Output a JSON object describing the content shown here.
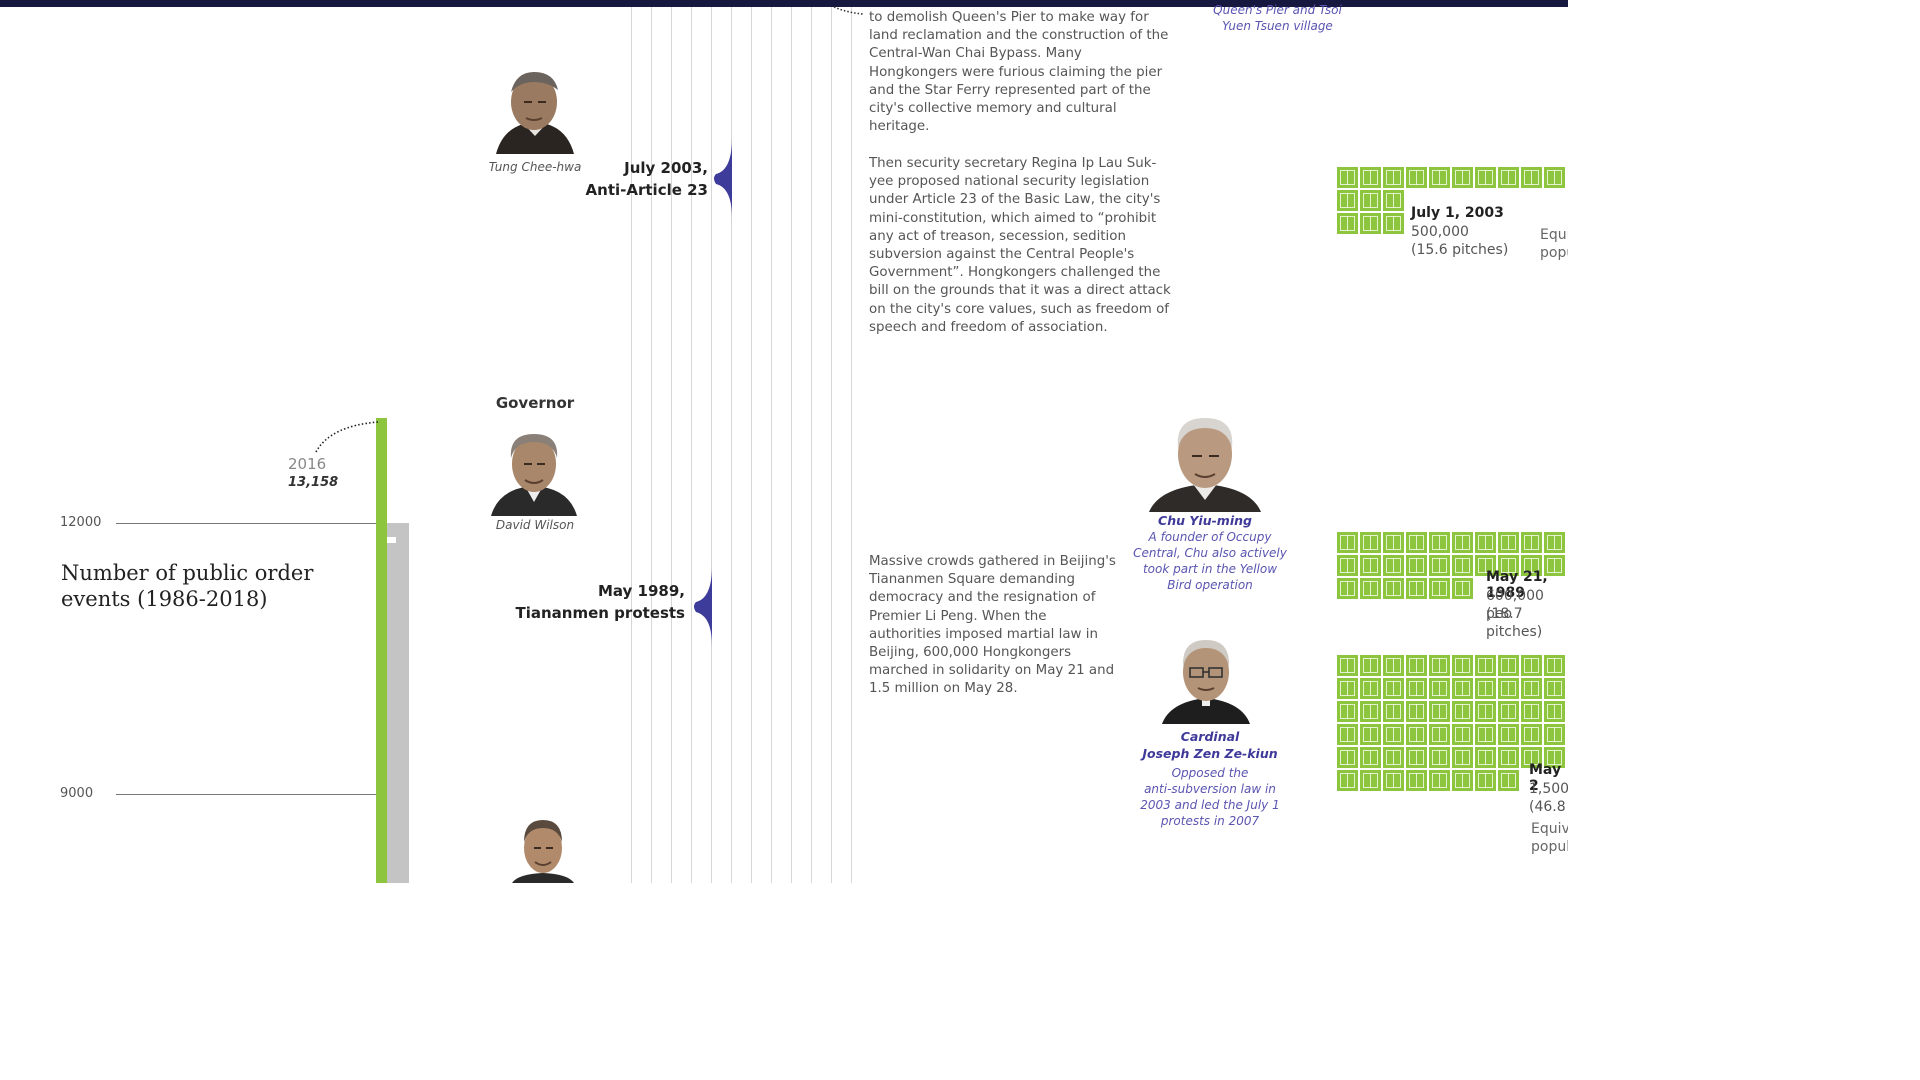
{
  "chart_data": {
    "type": "bar",
    "title": "Number of public order events (1986-2018)",
    "ylabel": "",
    "xlabel": "",
    "y_ticks": [
      "12000",
      "9000"
    ],
    "ylim": [
      7900,
      13158
    ],
    "highlight": {
      "year": "2016",
      "value": 13158,
      "value_label": "13,158",
      "color": "#8dc53e"
    },
    "series": [
      {
        "values": [
          13158,
          12000
        ],
        "colors": [
          "#8dc53e",
          "#c4c4c4"
        ]
      }
    ]
  },
  "people": {
    "tung": {
      "caption": "Tung Chee-hwa"
    },
    "governor": {
      "role": "Governor"
    },
    "wilson": {
      "caption": "David Wilson"
    },
    "chu": {
      "name": "Chu Yiu-ming",
      "desc": [
        "A founder of Occupy",
        "Central, Chu also actively",
        "took part in the Yellow",
        "Bird operation"
      ]
    },
    "zen": {
      "name": [
        "Cardinal",
        "Joseph Zen Ze-kiun"
      ],
      "desc": [
        "Opposed the",
        "anti-subversion law in",
        "2003 and led the July 1",
        "protests in 2007"
      ]
    },
    "top_caption": [
      "Queen's Pier and Tsoi",
      "Yuen Tsuen village"
    ]
  },
  "events": {
    "art23": {
      "lines": [
        "July 2003,",
        "Anti-Article 23"
      ]
    },
    "tiananmen": {
      "lines": [
        "May 1989,",
        "Tiananmen protests"
      ]
    }
  },
  "text": {
    "queens_pier": "to demolish Queen's Pier to make way for land reclamation and the construction of the Central-Wan Chai Bypass. Many Hongkongers were furious claiming the pier and the Star Ferry represented part of the city's collective memory and cultural heritage.",
    "article23": "Then security secretary Regina Ip Lau Suk-yee proposed national security legislation under Article 23 of the Basic Law, the city's mini-constitution, which aimed to “prohibit any act of treason, secession, sedition subversion against the Central People's Government”. Hongkongers challenged the bill on the grounds that it was a direct attack on the city's core values, such as freedom of speech and freedom of association.",
    "tiananmen": "Massive crowds gathered in Beijing's Tiananmen Square demanding democracy and the resignation of Premier Li Peng. When the authorities imposed martial law in Beijing, 600,000 Hongkongers marched in solidarity on May 21 and 1.5 million on May 28."
  },
  "stats": {
    "july2003": {
      "date": "July 1, 2003",
      "line1": "500,000",
      "line2": "(15.6 pitches)",
      "equiv1": "Equi",
      "equiv2": "popu"
    },
    "may21": {
      "date": "May 21, 1989",
      "line1": "600,000 peo",
      "line2": "(18.7 pitches)"
    },
    "may28": {
      "date": "May 2",
      "line1": "1,500,",
      "line2": "(46.8",
      "equiv1": "Equiva",
      "equiv2": "popul"
    }
  },
  "colors": {
    "accent_green": "#8dc53e",
    "grey_bar": "#c4c4c4",
    "event_blue": "#3e3c9a",
    "caption_purple": "#5a55b0",
    "top_bar": "#17183f"
  }
}
